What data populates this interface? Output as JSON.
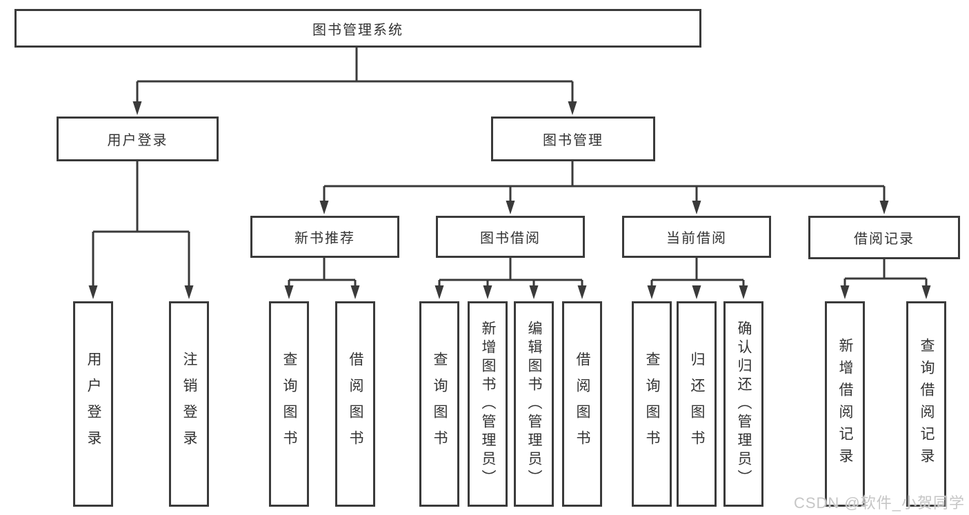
{
  "diagram_title": "图书管理系统",
  "tree": {
    "label": "图书管理系统",
    "children": [
      {
        "label": "用户登录",
        "children": [
          {
            "label": "用户登录"
          },
          {
            "label": "注销登录"
          }
        ]
      },
      {
        "label": "图书管理",
        "children": [
          {
            "label": "新书推荐",
            "children": [
              {
                "label": "查询图书"
              },
              {
                "label": "借阅图书"
              }
            ]
          },
          {
            "label": "图书借阅",
            "children": [
              {
                "label": "查询图书"
              },
              {
                "label": "新增图书（管理员）"
              },
              {
                "label": "编辑图书（管理员）"
              },
              {
                "label": "借阅图书"
              }
            ]
          },
          {
            "label": "当前借阅",
            "children": [
              {
                "label": "查询图书"
              },
              {
                "label": "归还图书"
              },
              {
                "label": "确认归还（管理员）"
              }
            ]
          },
          {
            "label": "借阅记录",
            "children": [
              {
                "label": "新增借阅记录"
              },
              {
                "label": "查询借阅记录"
              }
            ]
          }
        ]
      }
    ]
  },
  "watermark": {
    "text": "CSDN @软件_小贺同学"
  },
  "colors": {
    "line": "#3a3a3a",
    "box_border": "#3a3a3a",
    "text": "#333333",
    "background": "#ffffff",
    "watermark": "#c6c6c6"
  }
}
